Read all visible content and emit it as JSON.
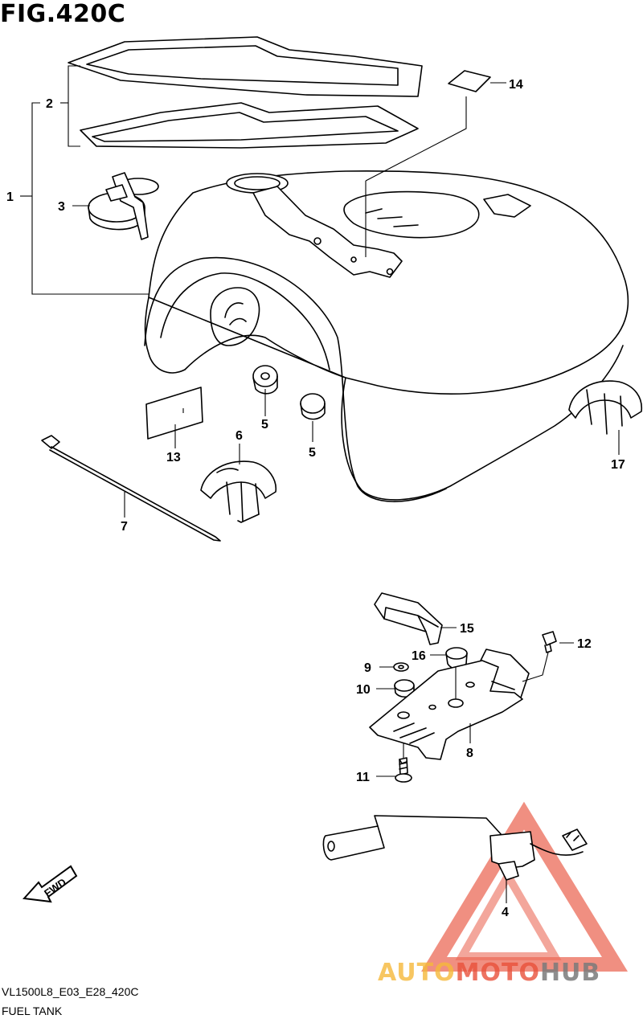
{
  "figure": {
    "title": "FIG.420C",
    "model_code": "VL1500L8_E03_E28_420C",
    "section_name": "FUEL TANK",
    "fwd_label": "FWD"
  },
  "watermark": {
    "part1": "AUTO",
    "part2": "MOTO",
    "part3": "HUB",
    "colors": {
      "auto": "#f5b83a",
      "moto": "#e8503a",
      "hub": "#7a7a7a",
      "triangle": "#e8503a"
    }
  },
  "callouts": {
    "c1": "1",
    "c2": "2",
    "c3": "3",
    "c4": "4",
    "c5a": "5",
    "c5b": "5",
    "c6": "6",
    "c7": "7",
    "c8": "8",
    "c9": "9",
    "c10": "10",
    "c11": "11",
    "c12": "12",
    "c13": "13",
    "c14": "14",
    "c15": "15",
    "c16": "16",
    "c17": "17"
  }
}
